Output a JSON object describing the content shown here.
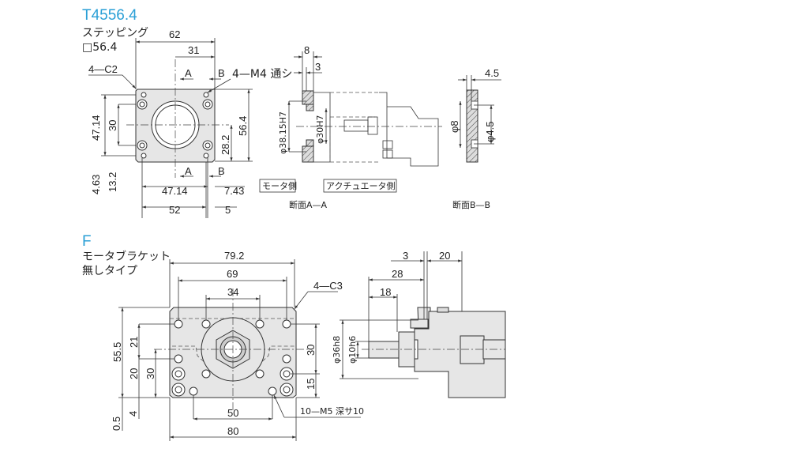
{
  "top_section": {
    "model": "T4556.4",
    "motor_type": "ステッピング",
    "motor_size": "□56.4",
    "dims": {
      "width_62": "62",
      "half_31": "31",
      "pitch_47_14_v": "47.14",
      "pitch_30": "30",
      "height_56_4": "56.4",
      "half_28_2": "28.2",
      "offset_4_63": "4.63",
      "offset_13_2": "13.2",
      "pitch_47_14_h": "47.14",
      "offset_7_43": "7.43",
      "pitch_52": "52",
      "offset_5": "5"
    },
    "callouts": {
      "chamfer": "4—C2",
      "holes": "4—M4 通シ",
      "sec_a": "A",
      "sec_b": "B"
    },
    "section_aa": {
      "thk_8": "8",
      "thk_3": "3",
      "dia_outer": "φ38.15H7",
      "dia_inner": "φ30H7",
      "motor_side": "モータ側",
      "actuator_side": "アクチュエータ側",
      "title": "断面A—A"
    },
    "section_bb": {
      "thk": "4.5",
      "dia_cbore": "φ8",
      "dia_hole": "φ4.5",
      "title": "断面B—B"
    }
  },
  "bottom_section": {
    "model": "F",
    "line1": "モータブラケット",
    "line2": "無しタイプ",
    "dims": {
      "w_79_2": "79.2",
      "w_69": "69",
      "w_34": "34",
      "h_55_5": "55.5",
      "h_21": "21",
      "h_20": "20",
      "h_30_left": "30",
      "h_30_right": "30",
      "h_15": "15",
      "h_4": "4",
      "h_0_5": "0.5",
      "w_50": "50",
      "w_80": "80"
    },
    "callouts": {
      "chamfer": "4—C3",
      "taps": "10—M5 深サ10"
    },
    "side_view": {
      "d_3": "3",
      "d_20": "20",
      "d_28": "28",
      "d_18": "18",
      "dia_36": "φ36h8",
      "dia_10": "φ10h6"
    }
  }
}
